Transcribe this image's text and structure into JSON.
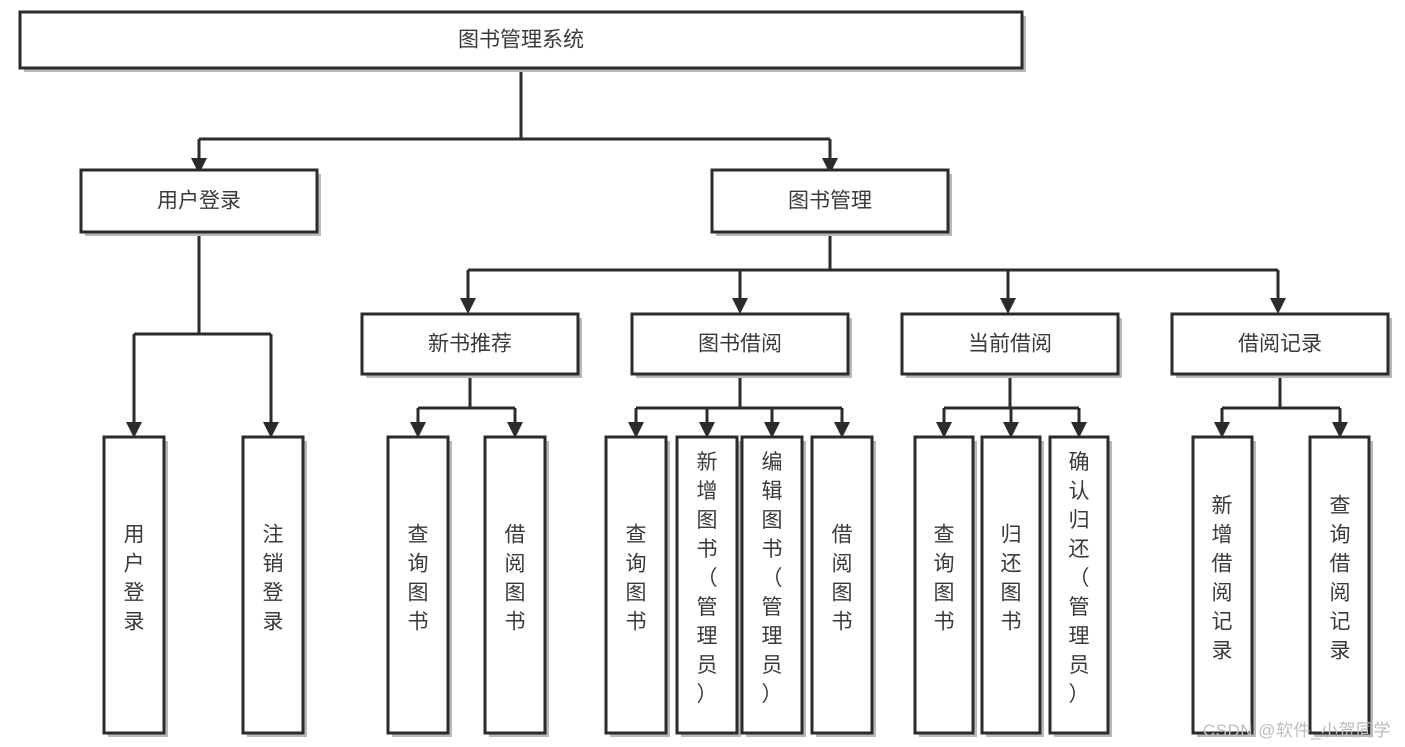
{
  "diagram": {
    "type": "tree",
    "title": "图书管理系统",
    "orientation": "top-down",
    "watermark": "CSDN @软件_小贺同学",
    "colors": {
      "stroke": "#2b2b2b",
      "fill": "#ffffff",
      "text": "#3a3a3a",
      "shadow": "#b9b9b9",
      "watermark": "#bdbdbd"
    },
    "nodes": {
      "root": {
        "label": "图书管理系统",
        "level": 0,
        "orient": "horizontal"
      },
      "l1_0": {
        "label": "用户登录",
        "level": 1,
        "orient": "horizontal"
      },
      "l1_1": {
        "label": "图书管理",
        "level": 1,
        "orient": "horizontal"
      },
      "l2_0": {
        "label": "新书推荐",
        "level": 2,
        "orient": "horizontal"
      },
      "l2_1": {
        "label": "图书借阅",
        "level": 2,
        "orient": "horizontal"
      },
      "l2_2": {
        "label": "当前借阅",
        "level": 2,
        "orient": "horizontal"
      },
      "l2_3": {
        "label": "借阅记录",
        "level": 2,
        "orient": "horizontal"
      },
      "leaf_0": {
        "label": "用户登录",
        "level": 3,
        "orient": "vertical"
      },
      "leaf_1": {
        "label": "注销登录",
        "level": 3,
        "orient": "vertical"
      },
      "leaf_2": {
        "label": "查询图书",
        "level": 3,
        "orient": "vertical"
      },
      "leaf_3": {
        "label": "借阅图书",
        "level": 3,
        "orient": "vertical"
      },
      "leaf_4": {
        "label": "查询图书",
        "level": 3,
        "orient": "vertical"
      },
      "leaf_5": {
        "label": "新增图书（管理员）",
        "level": 3,
        "orient": "vertical"
      },
      "leaf_6": {
        "label": "编辑图书（管理员）",
        "level": 3,
        "orient": "vertical"
      },
      "leaf_7": {
        "label": "借阅图书",
        "level": 3,
        "orient": "vertical"
      },
      "leaf_8": {
        "label": "查询图书",
        "level": 3,
        "orient": "vertical"
      },
      "leaf_9": {
        "label": "归还图书",
        "level": 3,
        "orient": "vertical"
      },
      "leaf_10": {
        "label": "确认归还（管理员）",
        "level": 3,
        "orient": "vertical"
      },
      "leaf_11": {
        "label": "新增借阅记录",
        "level": 3,
        "orient": "vertical"
      },
      "leaf_12": {
        "label": "查询借阅记录",
        "level": 3,
        "orient": "vertical"
      }
    },
    "edges": [
      {
        "from": "root",
        "to": "l1_0"
      },
      {
        "from": "root",
        "to": "l1_1"
      },
      {
        "from": "l1_0",
        "to": "leaf_0"
      },
      {
        "from": "l1_0",
        "to": "leaf_1"
      },
      {
        "from": "l1_1",
        "to": "l2_0"
      },
      {
        "from": "l1_1",
        "to": "l2_1"
      },
      {
        "from": "l1_1",
        "to": "l2_2"
      },
      {
        "from": "l1_1",
        "to": "l2_3"
      },
      {
        "from": "l2_0",
        "to": "leaf_2"
      },
      {
        "from": "l2_0",
        "to": "leaf_3"
      },
      {
        "from": "l2_1",
        "to": "leaf_4"
      },
      {
        "from": "l2_1",
        "to": "leaf_5"
      },
      {
        "from": "l2_1",
        "to": "leaf_6"
      },
      {
        "from": "l2_1",
        "to": "leaf_7"
      },
      {
        "from": "l2_2",
        "to": "leaf_8"
      },
      {
        "from": "l2_2",
        "to": "leaf_9"
      },
      {
        "from": "l2_2",
        "to": "leaf_10"
      },
      {
        "from": "l2_3",
        "to": "leaf_11"
      },
      {
        "from": "l2_3",
        "to": "leaf_12"
      }
    ]
  }
}
